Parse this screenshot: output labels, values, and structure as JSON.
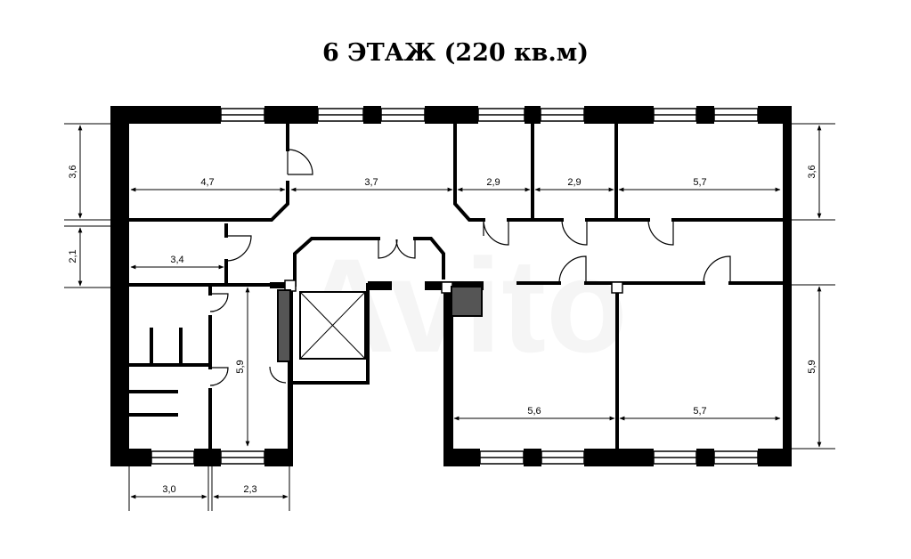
{
  "title": "6 ЭТАЖ (220 кв.м)",
  "watermark_text": "Avito",
  "dimensions": {
    "room_top_left_width": "4,7",
    "corridor_top_width": "3,7",
    "room_small_1_width": "2,9",
    "room_small_2_width": "2,9",
    "room_top_right_width": "5,7",
    "left_height_top": "3,6",
    "right_height_top": "3,6",
    "left_height_middle": "2,1",
    "room_left_mid_width": "3,4",
    "wc_block_height": "5,9",
    "right_height_bottom": "5,9",
    "room_bottom_mid_width": "5,6",
    "room_bottom_right_width": "5,7",
    "bottom_left_width_1": "3,0",
    "bottom_left_width_2": "2,3"
  }
}
